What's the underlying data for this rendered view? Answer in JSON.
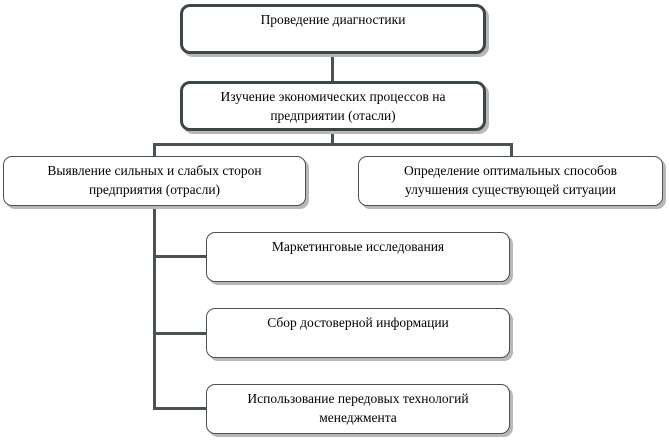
{
  "diagram": {
    "root": "Проведение диагностики",
    "level2": "Изучение экономических процессов на предприятии (отасли)",
    "branches": [
      "Выявление сильных и слабых сторон предприятия (отрасли)",
      "Определение оптимальных способов улучшения существующей ситуации"
    ],
    "sub_items": [
      "Маркетинговые исследования",
      "Сбор достоверной информации",
      "Использование передовых технологий менеджмента"
    ]
  }
}
